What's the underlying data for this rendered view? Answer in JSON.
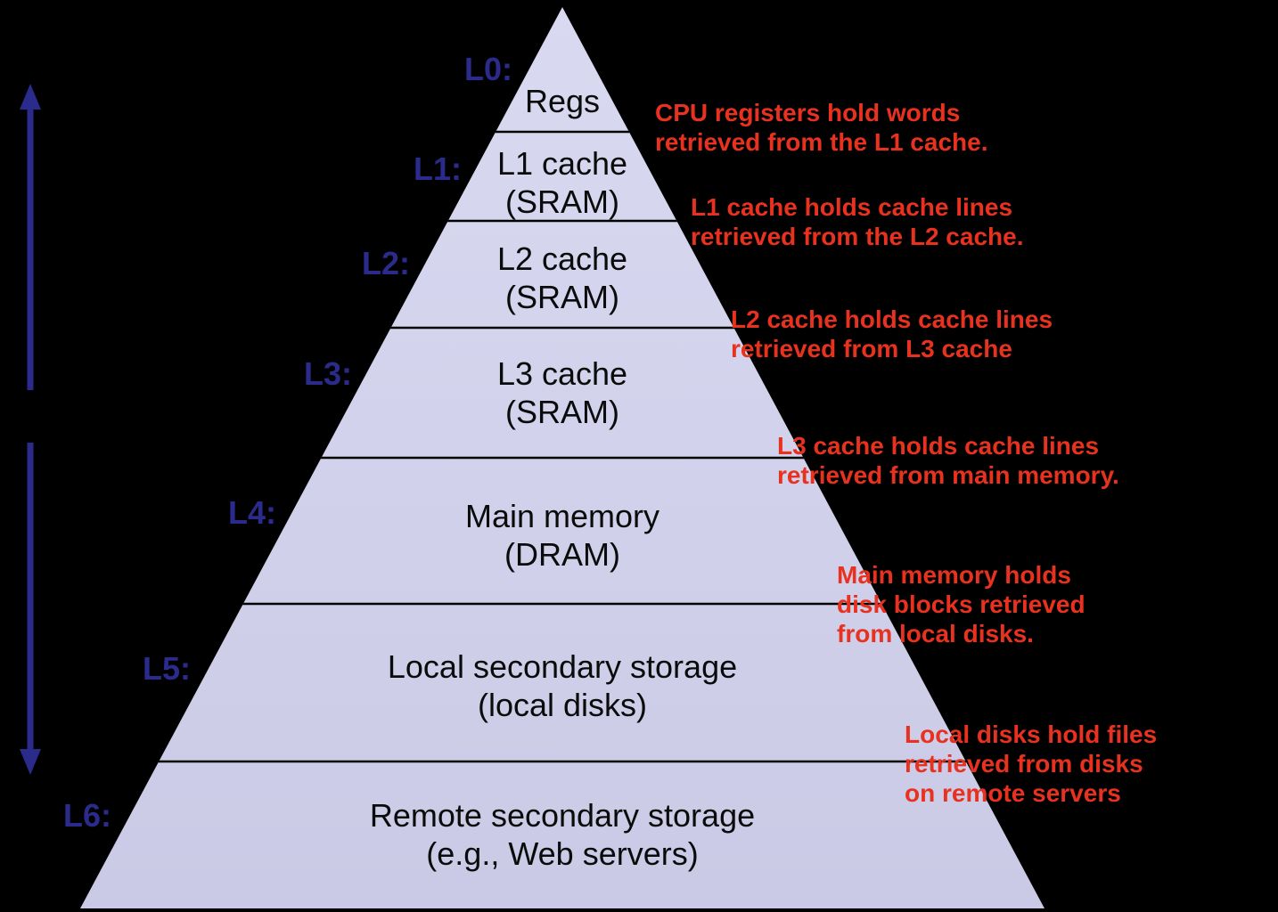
{
  "diagram": {
    "description": "Memory hierarchy pyramid",
    "colors": {
      "background": "#000000",
      "pyramid_fill_top": "#D9D9F1",
      "pyramid_fill_bottom": "#CACAE6",
      "level_label_navy": "#2B2B8C",
      "arrow_navy": "#2B2B8C",
      "annotation_red": "#E8321F",
      "band_text": "#0B0B0B"
    },
    "levels": [
      {
        "label": "L0:",
        "lines": [
          "Regs"
        ]
      },
      {
        "label": "L1:",
        "lines": [
          "L1 cache",
          "(SRAM)"
        ]
      },
      {
        "label": "L2:",
        "lines": [
          "L2 cache",
          "(SRAM)"
        ]
      },
      {
        "label": "L3:",
        "lines": [
          "L3 cache",
          "(SRAM)"
        ]
      },
      {
        "label": "L4:",
        "lines": [
          "Main memory",
          "(DRAM)"
        ]
      },
      {
        "label": "L5:",
        "lines": [
          "Local secondary storage",
          "(local disks)"
        ]
      },
      {
        "label": "L6:",
        "lines": [
          "Remote secondary storage",
          "(e.g., Web servers)"
        ]
      }
    ],
    "annotations": [
      {
        "lines": [
          "CPU registers hold words",
          "retrieved from the L1 cache."
        ]
      },
      {
        "lines": [
          "L1 cache holds cache lines",
          "retrieved from the L2 cache."
        ]
      },
      {
        "lines": [
          "L2 cache holds cache lines",
          "retrieved from L3 cache"
        ]
      },
      {
        "lines": [
          "L3 cache holds cache lines",
          "retrieved from main memory."
        ]
      },
      {
        "lines": [
          "Main memory holds",
          "disk blocks retrieved",
          "from local disks."
        ]
      },
      {
        "lines": [
          "Local disks hold files",
          "retrieved from disks",
          "on remote servers"
        ]
      }
    ]
  }
}
